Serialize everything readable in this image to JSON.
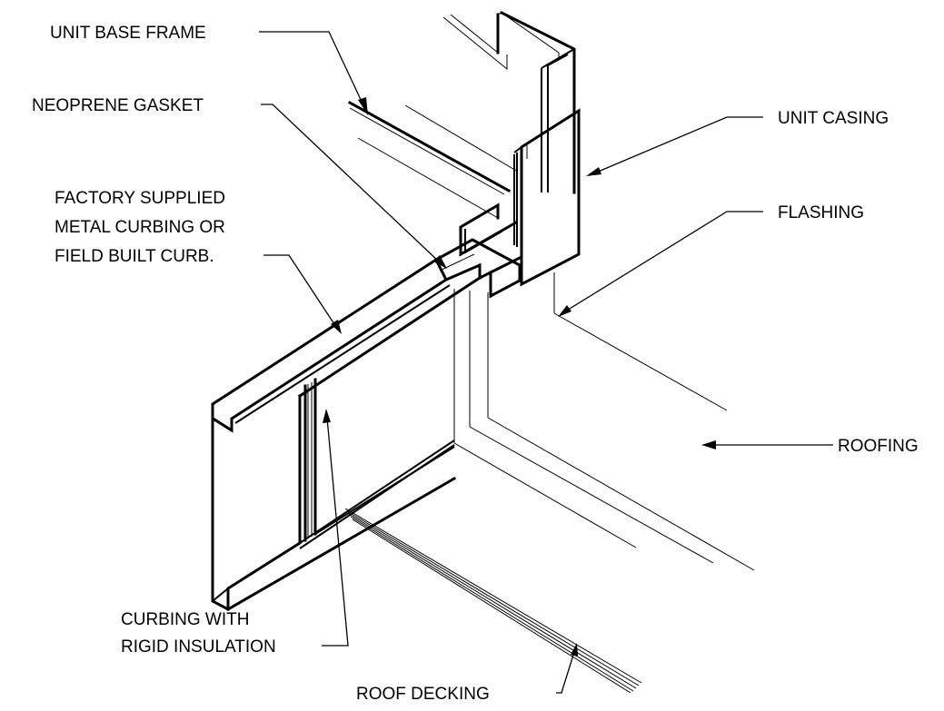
{
  "labels": {
    "unit_base_frame": "UNIT BASE FRAME",
    "neoprene_gasket": "NEOPRENE GASKET",
    "curbing_line1": "FACTORY SUPPLIED",
    "curbing_line2": "METAL CURBING OR",
    "curbing_line3": "FIELD BUILT CURB.",
    "unit_casing": "UNIT CASING",
    "flashing": "FLASHING",
    "roofing": "ROOFING",
    "insulation_line1": "CURBING WITH",
    "insulation_line2": "RIGID INSULATION",
    "roof_decking": "ROOF DECKING"
  },
  "colors": {
    "line": "#000000",
    "background": "#ffffff"
  }
}
